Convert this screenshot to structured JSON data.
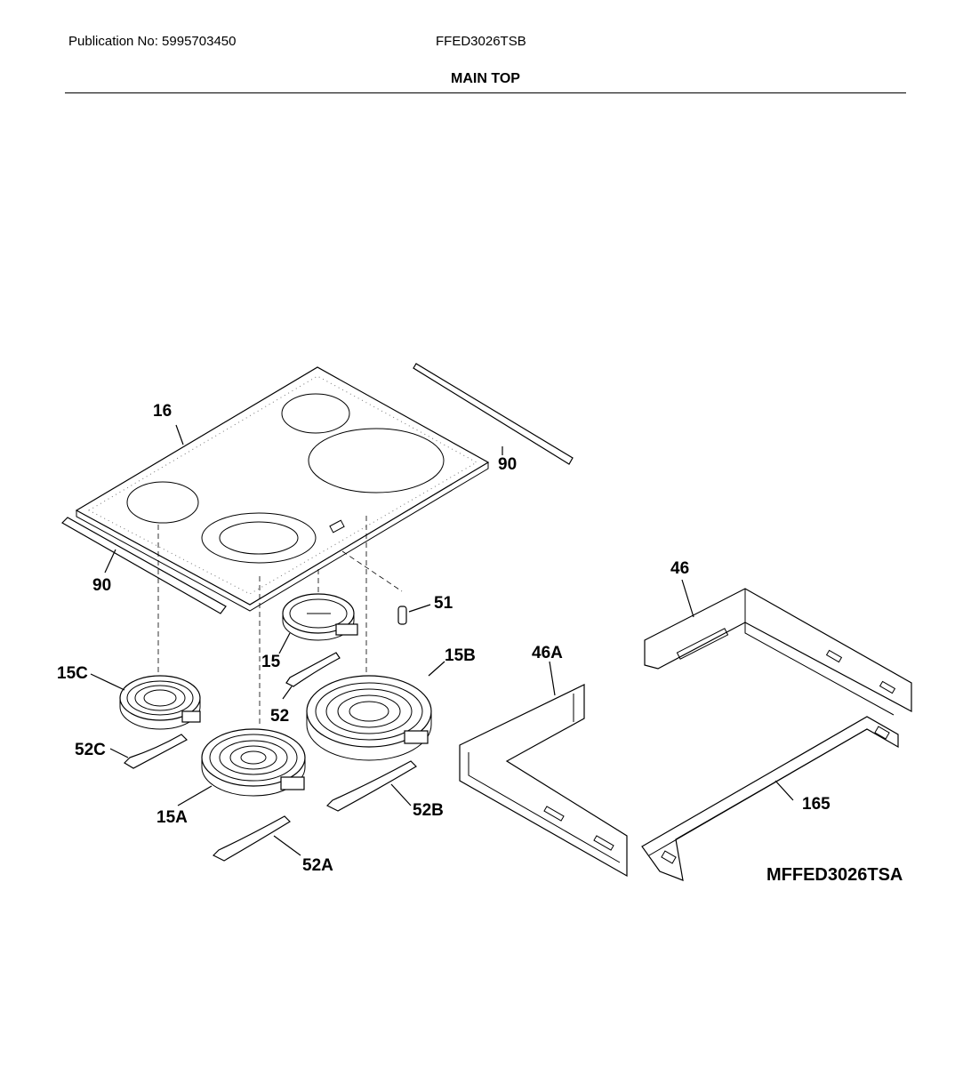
{
  "header": {
    "publication": "Publication No: 5995703450",
    "model": "FFED3026TSB",
    "section_title": "MAIN TOP"
  },
  "diagram_code": "MFFED3026TSA",
  "callouts": {
    "c16": "16",
    "c90a": "90",
    "c90b": "90",
    "c51": "51",
    "c15": "15",
    "c52": "52",
    "c15b": "15B",
    "c15c": "15C",
    "c52c": "52C",
    "c15a": "15A",
    "c52b": "52B",
    "c52a": "52A",
    "c46": "46",
    "c46a": "46A",
    "c165": "165"
  }
}
